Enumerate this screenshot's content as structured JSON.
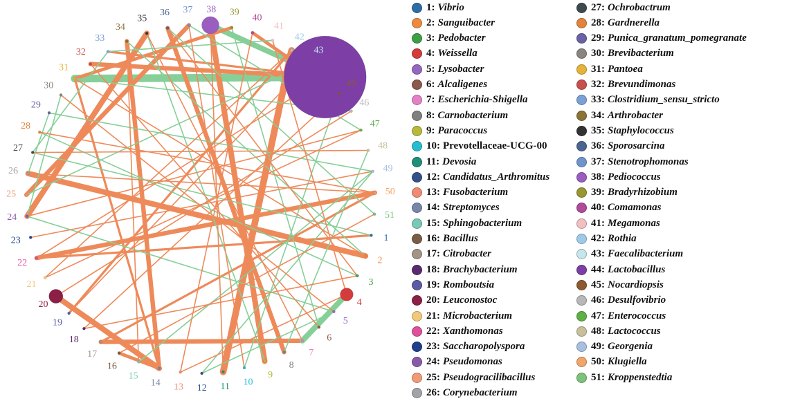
{
  "colors": {
    "negative": "#ee8a5a",
    "positive": "#86cf98"
  },
  "nodes": [
    {
      "id": 1,
      "name": "Vibrio",
      "italic": true,
      "color": "#2e6ea6"
    },
    {
      "id": 2,
      "name": "Sanguibacter",
      "italic": true,
      "color": "#ef8a3c"
    },
    {
      "id": 3,
      "name": "Pedobacter",
      "italic": true,
      "color": "#3d9f46"
    },
    {
      "id": 4,
      "name": "Weissella",
      "italic": true,
      "color": "#d43b3b"
    },
    {
      "id": 5,
      "name": "Lysobacter",
      "italic": true,
      "color": "#9468bd"
    },
    {
      "id": 6,
      "name": "Alcaligenes",
      "italic": true,
      "color": "#8c5a4a"
    },
    {
      "id": 7,
      "name": "Escherichia-Shigella",
      "italic": true,
      "color": "#e481c4"
    },
    {
      "id": 8,
      "name": "Carnobacterium",
      "italic": true,
      "color": "#808080"
    },
    {
      "id": 9,
      "name": "Paracoccus",
      "italic": true,
      "color": "#b8b83a"
    },
    {
      "id": 10,
      "name": "Prevotellaceae-UCG-00",
      "italic": false,
      "color": "#26bdd0"
    },
    {
      "id": 11,
      "name": "Devosia",
      "italic": true,
      "color": "#1f8f7a"
    },
    {
      "id": 12,
      "name": "Candidatus_Arthromitus",
      "italic": true,
      "color": "#34508a"
    },
    {
      "id": 13,
      "name": "Fusobacterium",
      "italic": true,
      "color": "#ef8b75"
    },
    {
      "id": 14,
      "name": "Streptomyces",
      "italic": true,
      "color": "#7886aa"
    },
    {
      "id": 15,
      "name": "Sphingobacterium",
      "italic": true,
      "color": "#79c9b4"
    },
    {
      "id": 16,
      "name": "Bacillus",
      "italic": true,
      "color": "#7a5d47"
    },
    {
      "id": 17,
      "name": "Citrobacter",
      "italic": true,
      "color": "#a39488"
    },
    {
      "id": 18,
      "name": "Brachybacterium",
      "italic": true,
      "color": "#5a2a6e"
    },
    {
      "id": 19,
      "name": "Romboutsia",
      "italic": true,
      "color": "#5a5aa5"
    },
    {
      "id": 20,
      "name": "Leuconostoc",
      "italic": true,
      "color": "#8b1f45"
    },
    {
      "id": 21,
      "name": "Microbacterium",
      "italic": true,
      "color": "#f1c979"
    },
    {
      "id": 22,
      "name": "Xanthomonas",
      "italic": true,
      "color": "#e0509a"
    },
    {
      "id": 23,
      "name": "Saccharopolyspora",
      "italic": true,
      "color": "#1d3f8c"
    },
    {
      "id": 24,
      "name": "Pseudomonas",
      "italic": true,
      "color": "#8a5aa8"
    },
    {
      "id": 25,
      "name": "Pseudogracilibacillus",
      "italic": true,
      "color": "#f19a78"
    },
    {
      "id": 26,
      "name": "Corynebacterium",
      "italic": true,
      "color": "#a0a4a8"
    },
    {
      "id": 27,
      "name": "Ochrobactrum",
      "italic": true,
      "color": "#3e4a4f"
    },
    {
      "id": 28,
      "name": "Gardnerella",
      "italic": true,
      "color": "#e2843d"
    },
    {
      "id": 29,
      "name": "Punica_granatum_pomegranate",
      "italic": true,
      "color": "#6a62a6"
    },
    {
      "id": 30,
      "name": "Brevibacterium",
      "italic": true,
      "color": "#8a8580"
    },
    {
      "id": 31,
      "name": "Pantoea",
      "italic": true,
      "color": "#e6b33a"
    },
    {
      "id": 32,
      "name": "Brevundimonas",
      "italic": true,
      "color": "#c8504c"
    },
    {
      "id": 33,
      "name": "Clostridium_sensu_stricto",
      "italic": true,
      "color": "#7aa0d6"
    },
    {
      "id": 34,
      "name": "Arthrobacter",
      "italic": true,
      "color": "#8a7335"
    },
    {
      "id": 35,
      "name": "Staphylococcus",
      "italic": true,
      "color": "#333333"
    },
    {
      "id": 36,
      "name": "Sporosarcina",
      "italic": true,
      "color": "#4a6690"
    },
    {
      "id": 37,
      "name": "Stenotrophomonas",
      "italic": true,
      "color": "#6f94cc"
    },
    {
      "id": 38,
      "name": "Pediococcus",
      "italic": true,
      "color": "#9a5ec0"
    },
    {
      "id": 39,
      "name": "Bradyrhizobium",
      "italic": true,
      "color": "#999633"
    },
    {
      "id": 40,
      "name": "Comamonas",
      "italic": true,
      "color": "#b04a9a"
    },
    {
      "id": 41,
      "name": "Megamonas",
      "italic": true,
      "color": "#f2c0c0"
    },
    {
      "id": 42,
      "name": "Rothia",
      "italic": true,
      "color": "#9ecae6"
    },
    {
      "id": 43,
      "name": "Faecalibacterium",
      "italic": true,
      "color": "#c5e6ea"
    },
    {
      "id": 44,
      "name": "Lactobacillus",
      "italic": true,
      "color": "#7d3fa6"
    },
    {
      "id": 45,
      "name": "Nocardiopsis",
      "italic": true,
      "color": "#8c5a2e"
    },
    {
      "id": 46,
      "name": "Desulfovibrio",
      "italic": true,
      "color": "#b8b8b8"
    },
    {
      "id": 47,
      "name": "Enterococcus",
      "italic": true,
      "color": "#5fb044"
    },
    {
      "id": 48,
      "name": "Lactococcus",
      "italic": true,
      "color": "#c8c09a"
    },
    {
      "id": 49,
      "name": "Georgenia",
      "italic": true,
      "color": "#a8c0e0"
    },
    {
      "id": 50,
      "name": "Klugiella",
      "italic": true,
      "color": "#f0a56a"
    },
    {
      "id": 51,
      "name": "Kroppenstedtia",
      "italic": true,
      "color": "#7cc27a"
    }
  ],
  "edges": [
    {
      "s": 20,
      "t": 14,
      "w": 5,
      "sign": "neg"
    },
    {
      "s": 16,
      "t": 14,
      "w": 3,
      "sign": "neg"
    },
    {
      "s": 31,
      "t": 44,
      "w": 7,
      "sign": "pos"
    },
    {
      "s": 38,
      "t": 44,
      "w": 5,
      "sign": "pos"
    },
    {
      "s": 26,
      "t": 2,
      "w": 5,
      "sign": "neg"
    },
    {
      "s": 22,
      "t": 50,
      "w": 4,
      "sign": "neg"
    },
    {
      "s": 24,
      "t": 35,
      "w": 5,
      "sign": "neg"
    },
    {
      "s": 25,
      "t": 37,
      "w": 4,
      "sign": "neg"
    },
    {
      "s": 11,
      "t": 42,
      "w": 6,
      "sign": "neg"
    },
    {
      "s": 38,
      "t": 9,
      "w": 5,
      "sign": "neg"
    },
    {
      "s": 36,
      "t": 8,
      "w": 4,
      "sign": "neg"
    },
    {
      "s": 34,
      "t": 14,
      "w": 4,
      "sign": "neg"
    },
    {
      "s": 32,
      "t": 44,
      "w": 4,
      "sign": "neg"
    },
    {
      "s": 17,
      "t": 7,
      "w": 4,
      "sign": "neg"
    },
    {
      "s": 7,
      "t": 4,
      "w": 5,
      "sign": "pos"
    },
    {
      "s": 31,
      "t": 39,
      "w": 3,
      "sign": "neg"
    },
    {
      "s": 33,
      "t": 44,
      "w": 2,
      "sign": "neg"
    },
    {
      "s": 45,
      "t": 40,
      "w": 3,
      "sign": "neg"
    },
    {
      "s": 31,
      "t": 14,
      "w": 2,
      "sign": "neg"
    },
    {
      "s": 22,
      "t": 1,
      "w": 2,
      "sign": "neg"
    },
    {
      "s": 19,
      "t": 42,
      "w": 2,
      "sign": "neg"
    },
    {
      "s": 17,
      "t": 50,
      "w": 2,
      "sign": "neg"
    },
    {
      "s": 12,
      "t": 49,
      "w": 1,
      "sign": "pos"
    },
    {
      "s": 12,
      "t": 5,
      "w": 1,
      "sign": "pos"
    },
    {
      "s": 10,
      "t": 45,
      "w": 1,
      "sign": "pos"
    },
    {
      "s": 15,
      "t": 49,
      "w": 1,
      "sign": "pos"
    },
    {
      "s": 8,
      "t": 48,
      "w": 1,
      "sign": "pos"
    },
    {
      "s": 9,
      "t": 35,
      "w": 1,
      "sign": "pos"
    },
    {
      "s": 6,
      "t": 39,
      "w": 1,
      "sign": "pos"
    },
    {
      "s": 5,
      "t": 24,
      "w": 1,
      "sign": "pos"
    },
    {
      "s": 3,
      "t": 28,
      "w": 1,
      "sign": "pos"
    },
    {
      "s": 1,
      "t": 27,
      "w": 1,
      "sign": "pos"
    },
    {
      "s": 2,
      "t": 34,
      "w": 1,
      "sign": "pos"
    },
    {
      "s": 51,
      "t": 36,
      "w": 1,
      "sign": "pos"
    },
    {
      "s": 47,
      "t": 37,
      "w": 1,
      "sign": "pos"
    },
    {
      "s": 49,
      "t": 29,
      "w": 1,
      "sign": "pos"
    },
    {
      "s": 46,
      "t": 31,
      "w": 1,
      "sign": "pos"
    },
    {
      "s": 41,
      "t": 33,
      "w": 1,
      "sign": "pos"
    },
    {
      "s": 43,
      "t": 25,
      "w": 1,
      "sign": "pos"
    },
    {
      "s": 29,
      "t": 26,
      "w": 1,
      "sign": "pos"
    },
    {
      "s": 27,
      "t": 33,
      "w": 1,
      "sign": "pos"
    },
    {
      "s": 30,
      "t": 24,
      "w": 1,
      "sign": "pos"
    },
    {
      "s": 13,
      "t": 4,
      "w": 1,
      "sign": "neg"
    },
    {
      "s": 16,
      "t": 51,
      "w": 1,
      "sign": "neg"
    },
    {
      "s": 18,
      "t": 3,
      "w": 1,
      "sign": "neg"
    },
    {
      "s": 21,
      "t": 47,
      "w": 1,
      "sign": "neg"
    },
    {
      "s": 23,
      "t": 49,
      "w": 1,
      "sign": "neg"
    },
    {
      "s": 20,
      "t": 46,
      "w": 1,
      "sign": "neg"
    },
    {
      "s": 28,
      "t": 50,
      "w": 1,
      "sign": "neg"
    },
    {
      "s": 30,
      "t": 5,
      "w": 1,
      "sign": "neg"
    },
    {
      "s": 32,
      "t": 6,
      "w": 1,
      "sign": "neg"
    },
    {
      "s": 35,
      "t": 7,
      "w": 1,
      "sign": "neg"
    },
    {
      "s": 37,
      "t": 10,
      "w": 1,
      "sign": "neg"
    },
    {
      "s": 40,
      "t": 13,
      "w": 1,
      "sign": "neg"
    },
    {
      "s": 42,
      "t": 21,
      "w": 1,
      "sign": "neg"
    },
    {
      "s": 43,
      "t": 19,
      "w": 1,
      "sign": "neg"
    },
    {
      "s": 48,
      "t": 27,
      "w": 1,
      "sign": "neg"
    },
    {
      "s": 44,
      "t": 22,
      "w": 1,
      "sign": "neg"
    },
    {
      "s": 2,
      "t": 31,
      "w": 1,
      "sign": "neg"
    },
    {
      "s": 4,
      "t": 41,
      "w": 1,
      "sign": "neg"
    },
    {
      "s": 50,
      "t": 26,
      "w": 1,
      "sign": "neg"
    },
    {
      "s": 11,
      "t": 38,
      "w": 1,
      "sign": "neg"
    },
    {
      "s": 15,
      "t": 34,
      "w": 1,
      "sign": "neg"
    },
    {
      "s": 3,
      "t": 36,
      "w": 1,
      "sign": "neg"
    },
    {
      "s": 18,
      "t": 45,
      "w": 1,
      "sign": "neg"
    },
    {
      "s": 24,
      "t": 47,
      "w": 1,
      "sign": "neg"
    }
  ],
  "sizes": {
    "44": 3,
    "38": 1.6,
    "20": 1.3,
    "4": 1.2
  }
}
